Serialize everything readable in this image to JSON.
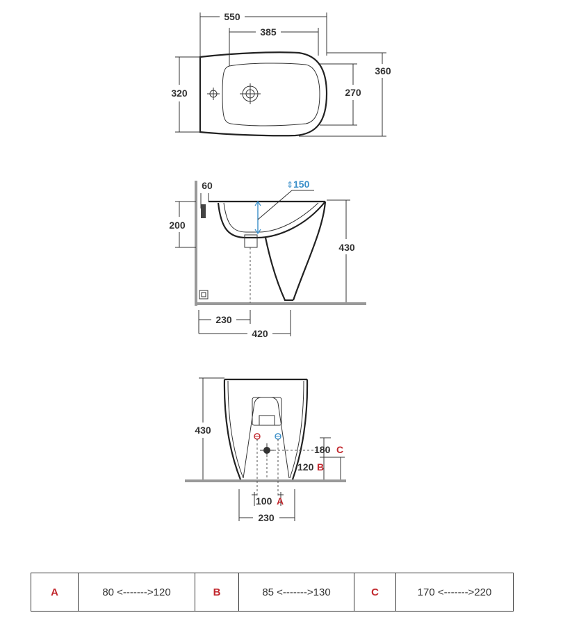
{
  "colors": {
    "line": "#222222",
    "water_blue": "#3a8fc9",
    "accent_red": "#c1272d",
    "floor_gray": "#999999"
  },
  "top_view": {
    "overall_length": "550",
    "bowl_length": "385",
    "overall_width": "360",
    "bowl_width": "270",
    "body_width": "320"
  },
  "side_view": {
    "rim_offset": "60",
    "water_level": "150",
    "supply_height": "200",
    "height": "430",
    "drain_offset": "230",
    "depth": "420"
  },
  "front_view": {
    "height": "430",
    "dim_c": "180",
    "dim_c_key": "C",
    "dim_b": "120",
    "dim_b_key": "B",
    "dim_a": "100",
    "dim_a_key": "A",
    "base_width": "230"
  },
  "spec_table": [
    {
      "key": "A",
      "range": "80 <------->120"
    },
    {
      "key": "B",
      "range": "85 <------->130"
    },
    {
      "key": "C",
      "range": "170 <------->220"
    }
  ]
}
